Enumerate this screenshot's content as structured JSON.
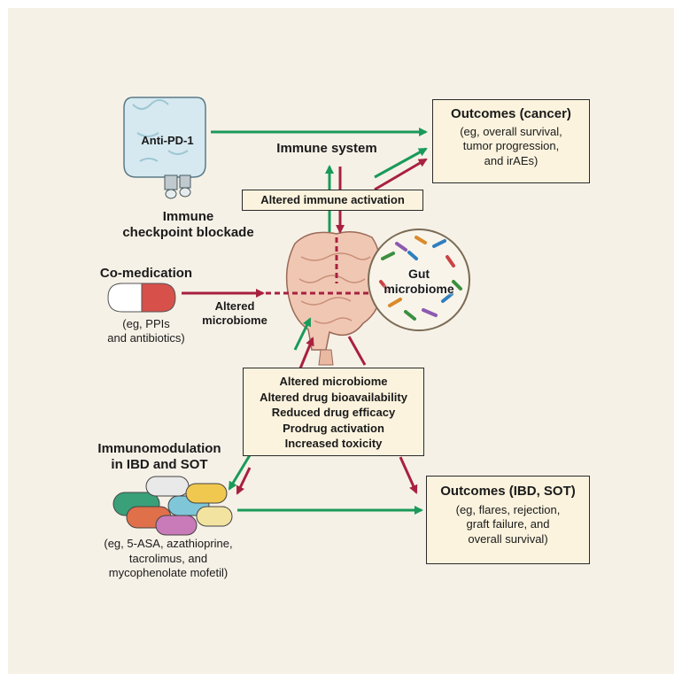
{
  "checkpoint": {
    "bag_label": "Anti-PD-1",
    "title_lines": [
      "Immune",
      "checkpoint blockade"
    ]
  },
  "immune_system": "Immune system",
  "altered_immune_activation": "Altered immune activation",
  "outcomes_cancer": {
    "title": "Outcomes (cancer)",
    "lines": [
      "(eg, overall survival,",
      "tumor progression,",
      "and irAEs)"
    ]
  },
  "comedication": {
    "title": "Co-medication",
    "lines": [
      "(eg, PPIs",
      "and antibiotics)"
    ]
  },
  "altered_microbiome_label": [
    "Altered",
    "microbiome"
  ],
  "gut_microbiome": [
    "Gut",
    "microbiome"
  ],
  "effects_box": [
    "Altered microbiome",
    "Altered drug bioavailability",
    "Reduced drug efficacy",
    "Prodrug activation",
    "Increased toxicity"
  ],
  "immunomodulation": {
    "title_lines": [
      "Immunomodulation",
      "in IBD and SOT"
    ],
    "lines": [
      "(eg, 5-ASA, azathioprine,",
      "tacrolimus, and",
      "mycophenolate mofetil)"
    ]
  },
  "outcomes_ibd": {
    "title": "Outcomes (IBD, SOT)",
    "lines": [
      "(eg, flares, rejection,",
      "graft failure, and",
      "overall survival)"
    ]
  },
  "colors": {
    "green_arrow": "#1a9a5a",
    "red_arrow": "#a8213f",
    "box_fill": "#fbf3de",
    "background": "#f6f1e7"
  }
}
